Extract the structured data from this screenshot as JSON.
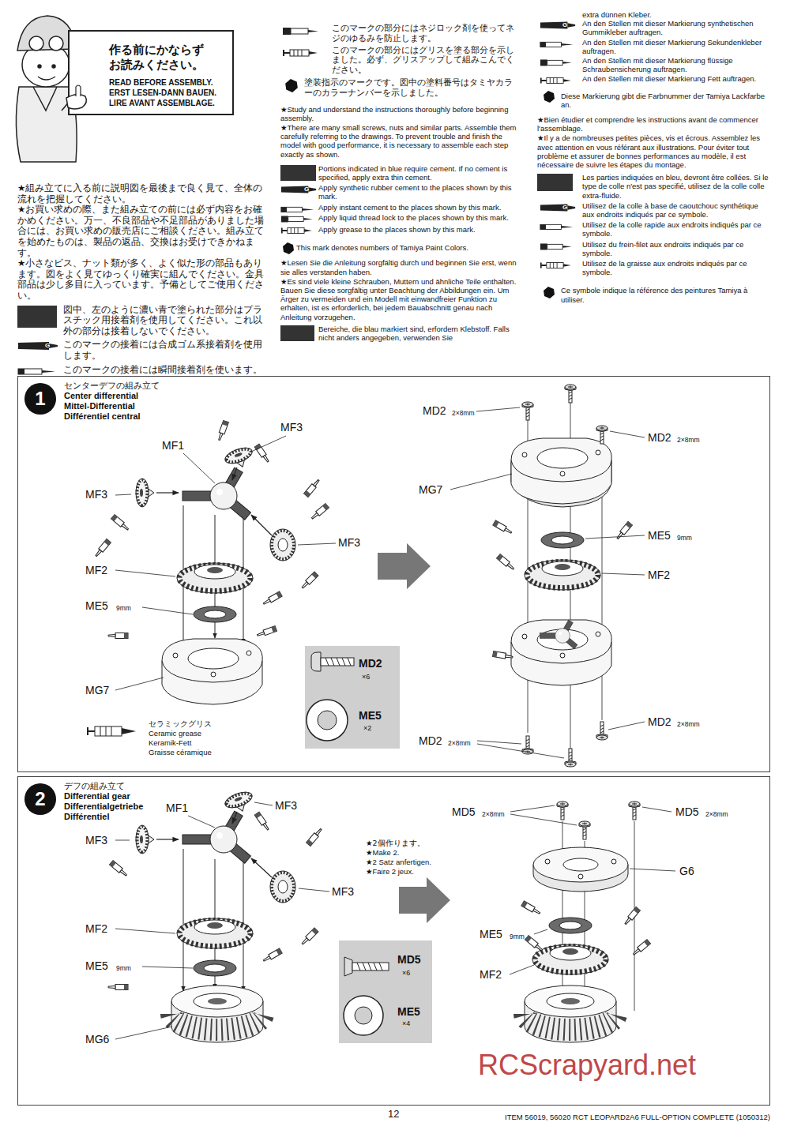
{
  "diagram": {
    "nodes": [
      {
        "text": [
          "作る前にかならず お読みください。",
          "READ BEFORE ASSEMBLY. ERST LESEN-DANN BAUEN. LIRE AVANT ASSEMBLAGE."
        ]
      },
      {
        "text": [
          "センターデフの組み立て",
          "Center differential",
          "Mittel-Differential",
          "Différentiel central"
        ]
      },
      {
        "text": [
          "1"
        ],
        "in": 1
      },
      {
        "text": [
          "MD2",
          "×6",
          "ME5",
          "×2"
        ],
        "in": 1
      },
      {
        "text": [
          "デフの組み立て",
          "Differential gear",
          "Differentialgetriebe",
          "Différentiel"
        ]
      },
      {
        "text": [
          "2"
        ],
        "in": 4
      },
      {
        "text": [
          "MD5",
          "×6",
          "ME5",
          "×4"
        ],
        "in": 4
      }
    ],
    "labels": [
      "★組み立てに入る前に説明図を最後まで良く見て、全体の流れを把握してください。",
      "★お買い求めの際、また組み立ての前には必ず内容をお確かめください。万一、不良部品や不足部品がありました場合には、お買い求めの販売店にご相談ください。組み立てを始めたものは、製品の返品、交換はお受けできかねます。",
      "★小さなビス、ナット類が多く、よく似た形の部品もあります。図をよく見てゆっくり確実に組んでください。金具部品は少し多目に入っています。予備としてご使用ください。",
      "図中、左のように濃い青で塗られた部分はプラスチック用接着剤を使用してください。これ以外の部分は接着しないでください。",
      "このマークの接着には合成ゴム系接着剤を使用します。",
      "G",
      "このマークの接着には瞬間接着剤を使います。",
      "このマークの部分にはネジロック剤を使ってネジのゆるみを防止します。",
      "このマークの部分にはグリスを塗る部分を示しました。必ず、グリスアップして組みこんでください。",
      "塗装指示のマークです。図中の塗料番号はタミヤカラーのカラーナンバーを示しました。",
      "★Study and understand the instructions thoroughly before beginning assembly.",
      "★There are many small screws, nuts and similar parts. Assemble them carefully referring to the drawings. To prevent trouble and finish the model with good performance, it is necessary to assemble each step exactly as shown.",
      "Portions indicated in blue require cement. If no cement is specified, apply extra thin cement.",
      "Apply synthetic rubber cement to the places shown by this mark.",
      "G",
      "Apply instant cement to the places shown by this mark.",
      "Apply liquid thread lock to the places shown by this mark.",
      "Apply grease to the places shown by this mark.",
      "This mark denotes numbers of Tamiya Paint Colors.",
      "★Lesen Sie die Anleitung sorgfältig durch und beginnen Sie erst, wenn sie alles verstanden haben.",
      "★Es sind viele kleine Schrauben, Muttern und ähnliche Teile enthalten. Bauen Sie diese sorgfältig unter Beachtung der Abbildungen ein. Um Ärger zu vermeiden und ein Modell mit einwandfreier Funktion zu erhalten, ist es erforderlich, bei jedem Bauabschnitt genau nach Anleitung vorzugehen.",
      "Bereiche, die blau markiert sind, erfordern Klebstoff. Falls nicht anders angegeben, verwenden Sie",
      "extra dünnen Kleber.",
      "An den Stellen mit dieser Markierung synthetischen Gummikleber auftragen.",
      "G",
      "An den Stellen mit dieser Markierung Sekundenkleber auftragen.",
      "An den Stellen mit dieser Markierung flüssige Schraubensicherung auftragen.",
      "An den Stellen mit dieser Markierung Fett auftragen.",
      "Diese Markierung gibt die Farbnummer der Tamiya Lackfarbe an.",
      "★Bien étudier et comprendre les instructions avant de commencer l'assemblage.",
      "★Il y a de nombreuses petites pièces, vis et écrous. Assemblez les avec attention en vous référant aux illustrations. Pour éviter tout problème et assurer de bonnes performances au modèle, il est nécessaire de suivre les étapes du montage.",
      "Les parties indiquées en bleu, devront être collées. Si le type de colle n'est pas specifié, utilisez de la colle colle extra-fluide.",
      "Utilisez de la colle à base de caoutchouc synthétique aux endroits indiqués par ce symbole.",
      "G",
      "Utilisez de la colle rapide aux endroits indiqués par ce symbole.",
      "Utilisez du frein-filet aux endroits indiqués par ce symbole.",
      "Utilisez de la graisse aux endroits indiqués par ce symbole.",
      "Ce symbole indique la référence des peintures Tamiya à utiliser.",
      "MF1",
      "MF3",
      "MF3",
      "MF3",
      "MF2",
      "ME5",
      "9mm",
      "MG7",
      "セラミックグリス",
      "Ceramic grease",
      "Keramik-Fett",
      "Graisse céramique",
      "MD2",
      "2×8mm",
      "MD2",
      "2×8mm",
      "MG7",
      "ME5",
      "9mm",
      "MF2",
      "MD2",
      "2×8mm",
      "MD2",
      "2×8mm",
      "MF1",
      "MF3",
      "MF3",
      "★2個作ります。",
      "★Make 2.",
      "★2 Satz anfertigen.",
      "★Faire 2 jeux.",
      "MF3",
      "MF2",
      "ME5",
      "9mm",
      "MG6",
      "MD5",
      "2×8mm",
      "MD5",
      "2×8mm",
      "G6",
      "ME5",
      "9mm",
      "MF2",
      "RCScrapyard.net",
      "12",
      "ITEM 56019, 56020 RCT LEOPARD2A6 FULL-OPTION COMPLETE (1050312)"
    ]
  }
}
